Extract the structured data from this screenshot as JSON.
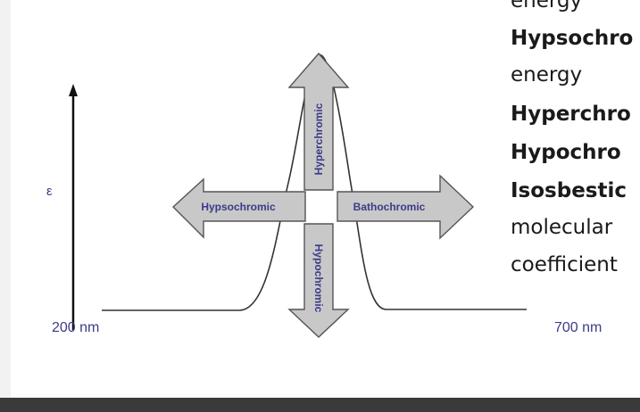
{
  "diagram": {
    "y_axis_label": "ε",
    "x_start_label": "200 nm",
    "x_end_label": "700 nm",
    "arrows": {
      "up": "Hyperchromic",
      "down": "Hypochromic",
      "left": "Hypsochromic",
      "right": "Bathochromic"
    }
  },
  "side_text": {
    "lines": [
      {
        "text": "energy",
        "bold": false
      },
      {
        "text": "Hypsochro",
        "bold": true
      },
      {
        "text": "energy",
        "bold": false
      },
      {
        "text": "Hyperchro",
        "bold": true
      },
      {
        "text": "Hypochro",
        "bold": true
      },
      {
        "text": "Isosbestic",
        "bold": true
      },
      {
        "text": "molecular",
        "bold": false
      },
      {
        "text": "coefficient",
        "bold": false
      }
    ]
  },
  "colors": {
    "arrow_fill": "#c8c8c8",
    "arrow_stroke": "#555555",
    "label_text": "#3b3b8a",
    "curve": "#333333"
  }
}
